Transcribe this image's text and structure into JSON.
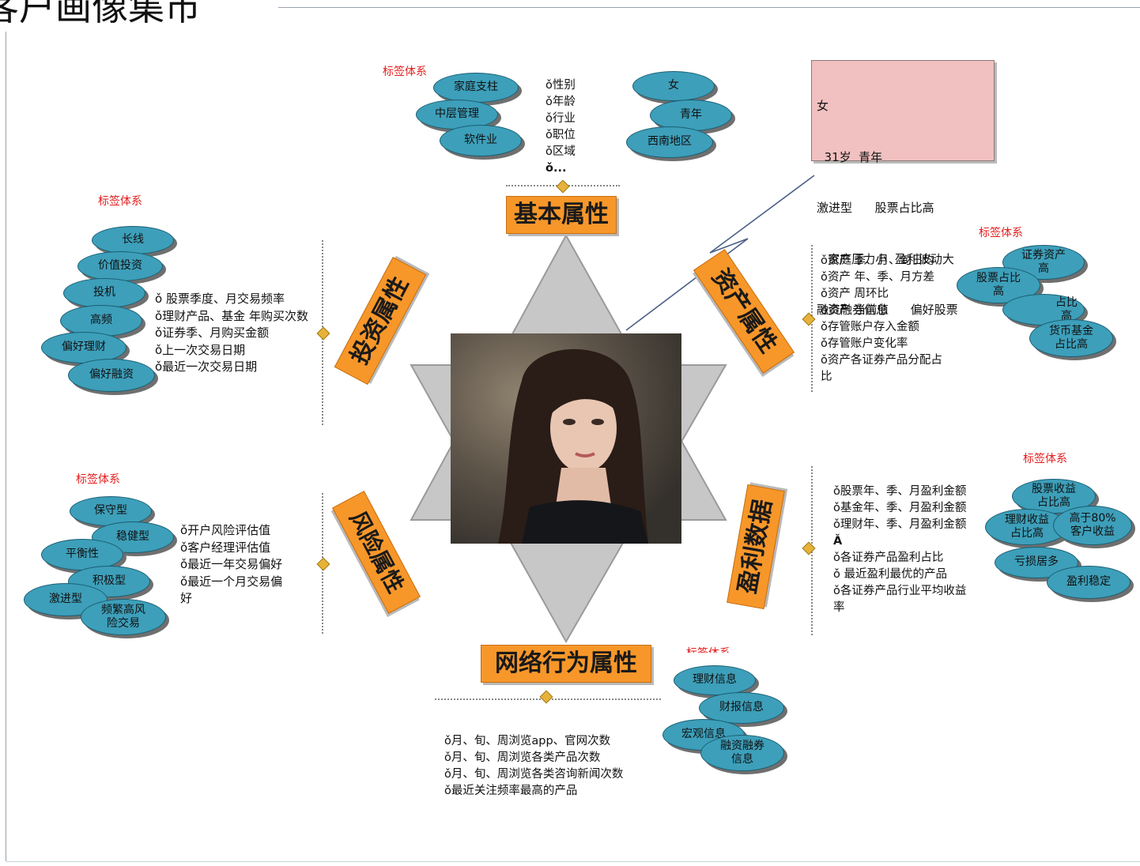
{
  "title": "客户画像集市",
  "center": {
    "photo_icon": "portrait-photo"
  },
  "categories": {
    "basic": "基本属性",
    "invest": "投资属性",
    "asset": "资产属性",
    "risk": "风险属性",
    "profit": "盈利数据",
    "network": "网络行为属性"
  },
  "tag_system_label": "标签体系",
  "basic": {
    "tags_left": [
      "家庭支柱",
      "中层管理",
      "软件业"
    ],
    "tags_right": [
      "女",
      "青年",
      "西南地区"
    ],
    "items": [
      "ǒ性别",
      "ǒ年龄",
      "ǒ行业",
      "ǒ职位",
      "ǒ区域",
      "ǒ..."
    ]
  },
  "summary_note": [
    "女",
    "  31岁  青年",
    "激进型      股票占比高",
    "   家庭压力小  盈利波动大",
    "融资融券信息      偏好股票"
  ],
  "invest": {
    "tags": [
      "长线",
      "价值投资",
      "投机",
      "高频",
      "偏好理财",
      "偏好融资"
    ],
    "items": [
      "ǒ 股票季度、月交易频率",
      "ǒ理财产品、基金 年购买次数",
      "ǒ证券季、月购买金额",
      "ǒ上一次交易日期",
      "ǒ最近一次交易日期"
    ]
  },
  "asset": {
    "tags": [
      "证券资产\n高",
      "股票占比\n高",
      "占比\n高",
      "货币基金\n占比高"
    ],
    "items": [
      "ǒ资产 季、月、旬日均",
      "ǒ资产 年、季、月方差",
      "ǒ资产 周环比",
      "ǒ资产 当前值",
      "ǒ存管账户存入金额",
      "ǒ存管账户变化率",
      "ǒ资产各证券产品分配占",
      "比"
    ]
  },
  "risk": {
    "tags": [
      "保守型",
      "稳健型",
      "平衡性",
      "积极型",
      "激进型",
      "频繁高风\n险交易"
    ],
    "items": [
      "ǒ开户风险评估值",
      "ǒ客户经理评估值",
      "ǒ最近一年交易偏好",
      "ǒ最近一个月交易偏",
      "好"
    ]
  },
  "profit": {
    "tags": [
      "股票收益\n占比高",
      "理财收益\n占比高",
      "高于80%\n客户收益",
      "亏损居多",
      "盈利稳定"
    ],
    "items": [
      "ǒ股票年、季、月盈利金额",
      "ǒ基金年、季、月盈利金额",
      "ǒ理财年、季、月盈利金额",
      "Ǎ",
      "ǒ各证券产品盈利占比",
      "ǒ 最近盈利最优的产品",
      "ǒ各证券产品行业平均收益",
      "率"
    ]
  },
  "network": {
    "tags": [
      "理财信息",
      "财报信息",
      "宏观信息",
      "融资融券\n信息"
    ],
    "items": [
      "ǒ月、旬、周浏览app、官网次数",
      "ǒ月、旬、周浏览各类产品次数",
      "ǒ月、旬、周浏览各类咨询新闻次数",
      "ǒ最近关注频率最高的产品"
    ]
  }
}
